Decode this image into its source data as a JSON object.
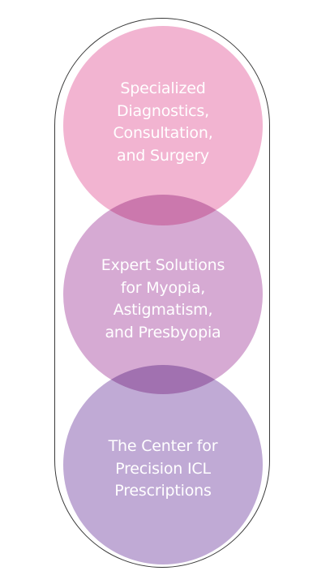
{
  "colors": {
    "circle_top": "#f2b4d1",
    "circle_middle": "#d6aad3",
    "circle_bottom": "#c0aad5",
    "outline": "#3a3a3a",
    "text": "#ffffff"
  },
  "items": [
    {
      "lines": [
        "Specialized",
        "Diagnostics,",
        "Consultation,",
        "and Surgery"
      ]
    },
    {
      "lines": [
        "Expert Solutions",
        "for Myopia,",
        "Astigmatism,",
        "and Presbyopia"
      ]
    },
    {
      "lines": [
        "The Center for",
        "Precision ICL",
        "Prescriptions"
      ]
    }
  ]
}
